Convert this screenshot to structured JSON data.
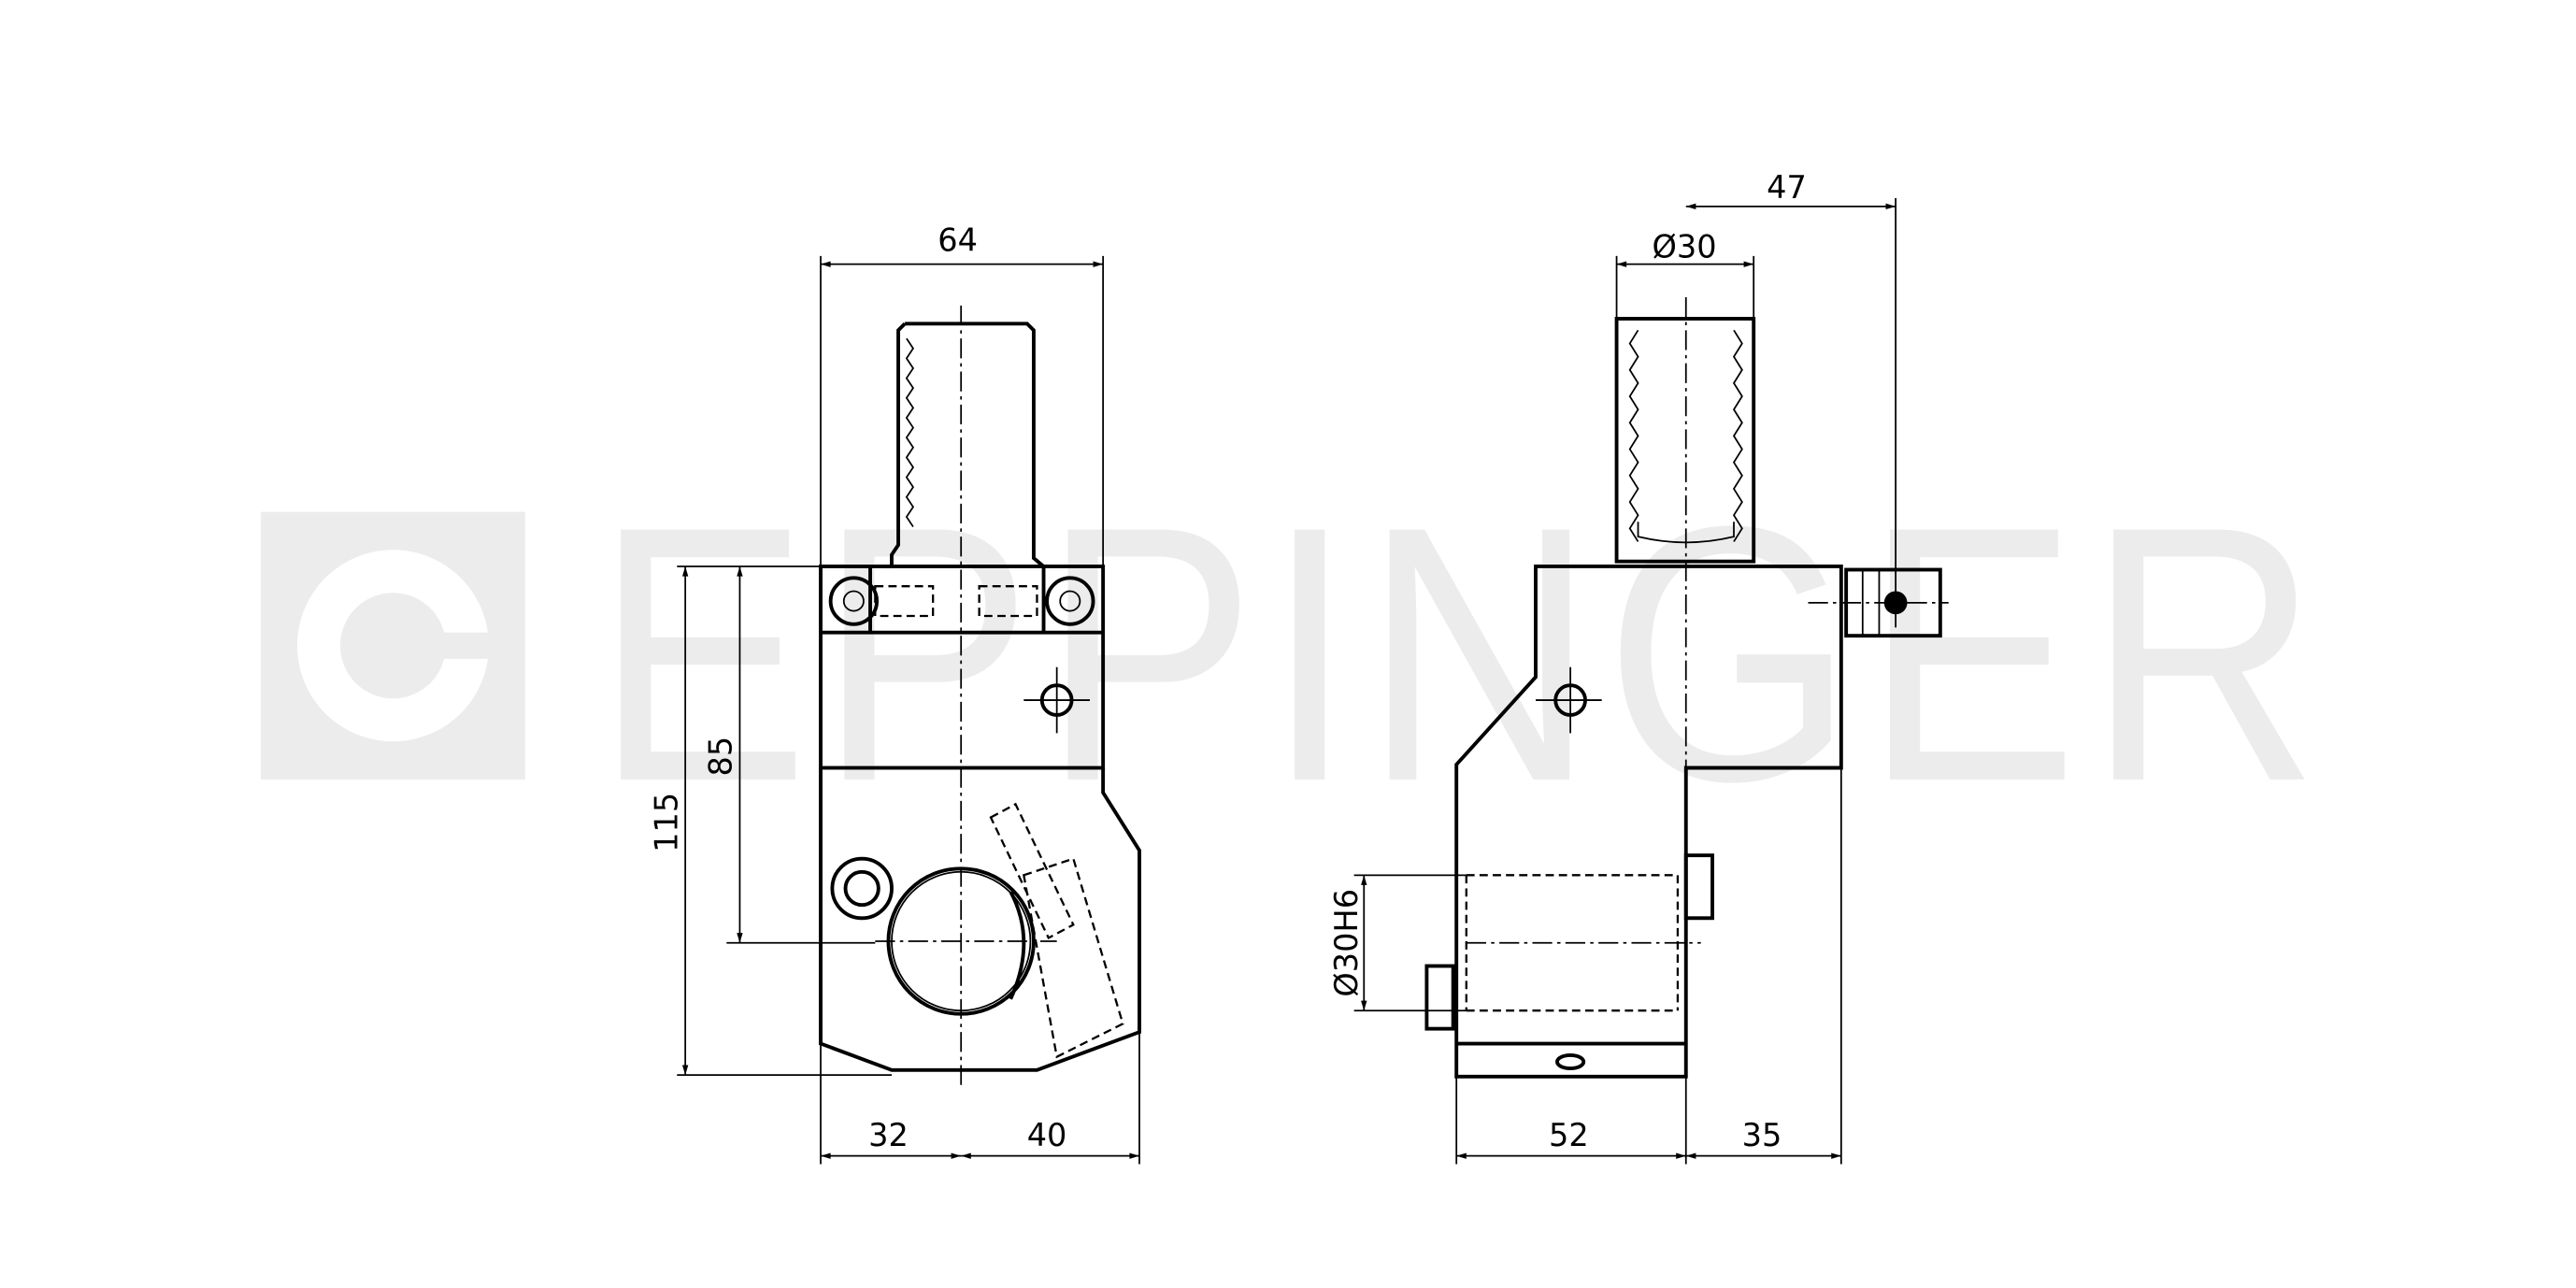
{
  "watermark": {
    "brand": "EPPINGER",
    "color": "#ececec"
  },
  "front_view": {
    "dims": {
      "width_top": "64",
      "height_total": "115",
      "height_axis": "85",
      "left_offset": "32",
      "right_offset": "40"
    }
  },
  "side_view": {
    "dims": {
      "offset_clamp": "47",
      "shaft_diameter": "Ø30",
      "bore_diameter": "Ø30H6",
      "bottom_left": "52",
      "bottom_right": "35"
    }
  }
}
